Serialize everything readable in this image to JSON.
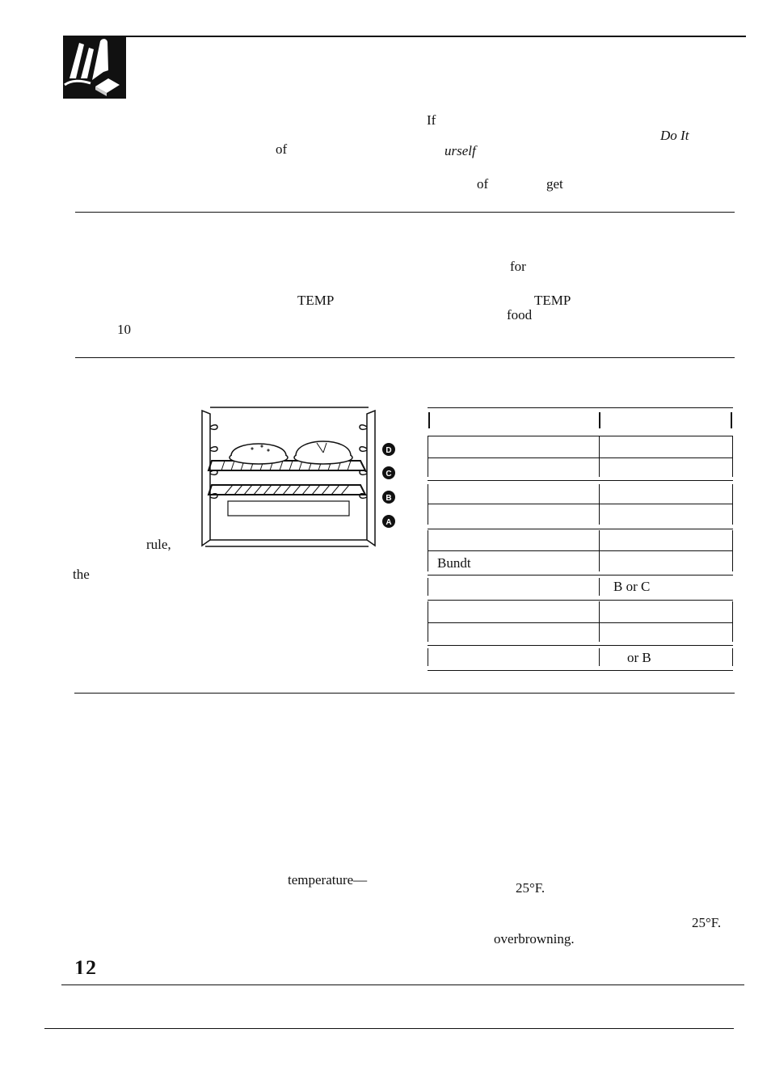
{
  "fragments": [
    {
      "text": "If",
      "italic": false
    },
    {
      "text": "Do It",
      "italic": true
    },
    {
      "text": "of",
      "italic": false
    },
    {
      "text": "urself",
      "italic": true
    },
    {
      "text": "of",
      "italic": false
    },
    {
      "text": "get",
      "italic": false
    },
    {
      "text": "for",
      "italic": false
    },
    {
      "text": "TEMP",
      "italic": false
    },
    {
      "text": "TEMP",
      "italic": false
    },
    {
      "text": "food",
      "italic": false
    },
    {
      "text": "10",
      "italic": false
    },
    {
      "text": "rule,",
      "italic": false
    },
    {
      "text": "the",
      "italic": false
    },
    {
      "text": "temperature—",
      "italic": false
    },
    {
      "text": "25°F.",
      "italic": false
    },
    {
      "text": "25°F.",
      "italic": false
    },
    {
      "text": "overbrowning.",
      "italic": false
    }
  ],
  "rack_labels": [
    "D",
    "C",
    "B",
    "A"
  ],
  "table": {
    "cells": [
      "Bundt",
      "B or C",
      "or B"
    ]
  },
  "page_number": "12"
}
